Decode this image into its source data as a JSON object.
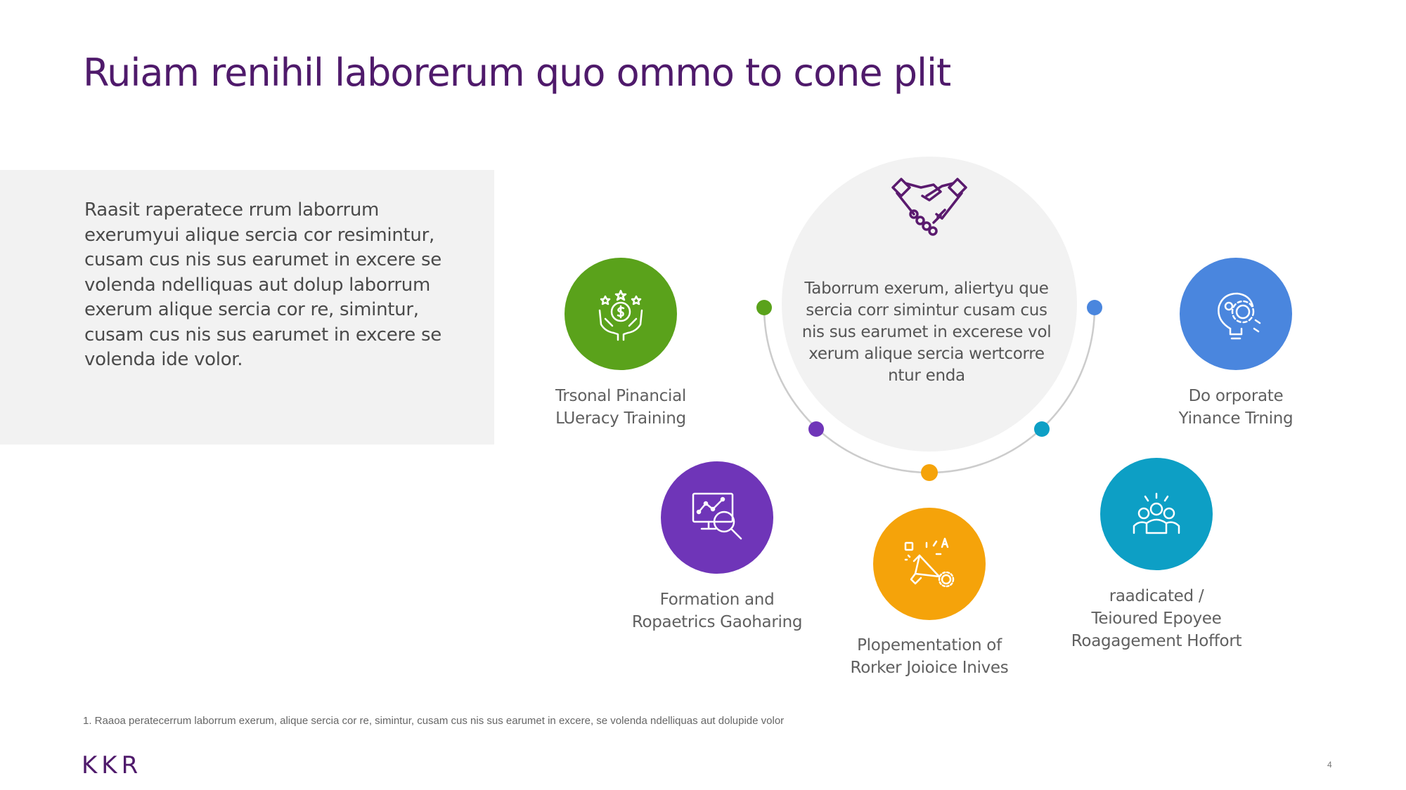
{
  "title": "Ruiam renihil laborerum quo ommo to cone plit",
  "intro": "Raasit raperatece rrum laborrum exerumyui alique sercia cor resimintur, cusam cus nis sus earumet in excere se volenda ndelliquas aut dolup laborrum exerum alique sercia cor re, simintur, cusam cus nis sus earumet in excere se volenda ide volor.",
  "center": {
    "icon": "handshake-icon",
    "text": "Taborrum exerum, aliertyu que sercia corr simintur cusam cus nis sus earumet in excerese vol xerum alique sercia wertcorre ntur enda"
  },
  "items": [
    {
      "id": "financial-literacy",
      "label_lines": [
        "Trsonal Pinancial",
        "LUeracy Training"
      ],
      "color": "#5aa21b",
      "icon": "money-hands-icon"
    },
    {
      "id": "formation",
      "label_lines": [
        "Formation and",
        "Ropaetrics Gaoharing"
      ],
      "color": "#6f35b8",
      "icon": "analytics-magnifier-icon"
    },
    {
      "id": "implementation",
      "label_lines": [
        "Plopementation of",
        "Rorker Joioice Inives"
      ],
      "color": "#f5a30a",
      "icon": "megaphone-icon"
    },
    {
      "id": "engagement",
      "label_lines": [
        "raadicated /",
        "Teioured Epoyee",
        "Roagagement Hoffort"
      ],
      "color": "#0d9fc5",
      "icon": "team-icon"
    },
    {
      "id": "corporate-finance",
      "label_lines": [
        "Do orporate",
        "Yinance Trning"
      ],
      "color": "#4a86de",
      "icon": "lightbulb-gear-icon"
    }
  ],
  "footnote": "1.  Raaoa peratecerrum laborrum exerum, alique sercia cor re, simintur, cusam cus nis sus earumet in excere, se volenda ndelliquas aut dolupide volor",
  "logo": "KKR",
  "page_number": "4",
  "colors": {
    "title": "#4f1a6b",
    "center_circle": "#f2f2f2",
    "arc": "#cccccc"
  }
}
